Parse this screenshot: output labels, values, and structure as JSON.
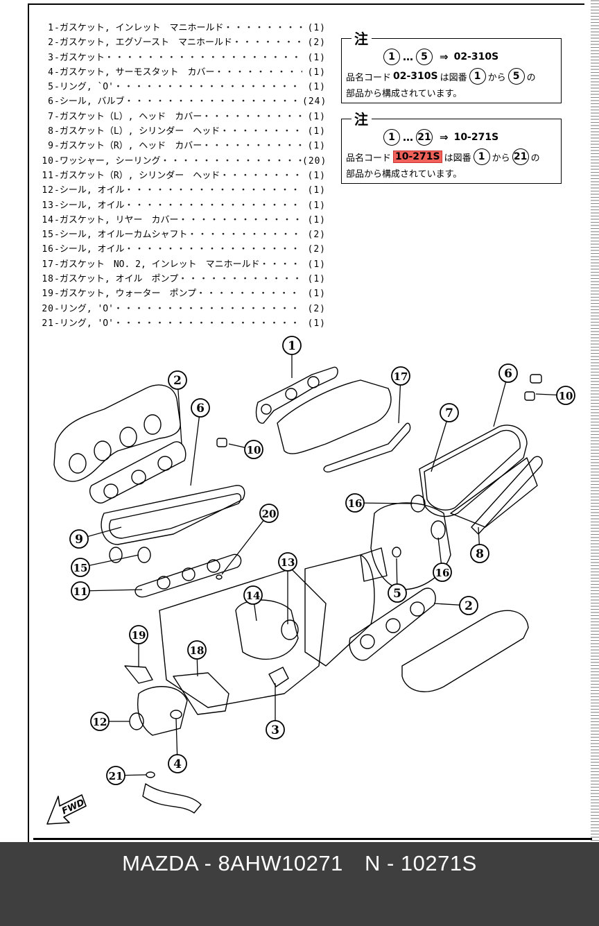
{
  "parts_list": [
    {
      "no": "1",
      "name": "-ガスケット, インレット　マニホールド",
      "qty": "(1)"
    },
    {
      "no": "2",
      "name": "-ガスケット, エグゾースト　マニホールド",
      "qty": "(2)"
    },
    {
      "no": "3",
      "name": "-ガスケット",
      "qty": "(1)"
    },
    {
      "no": "4",
      "name": "-ガスケット, サーモスタット　カバー",
      "qty": "(1)"
    },
    {
      "no": "5",
      "name": "-リング, `O'",
      "qty": "(1)"
    },
    {
      "no": "6",
      "name": "-シール, バルブ",
      "qty": "(24)"
    },
    {
      "no": "7",
      "name": "-ガスケット（L）, ヘッド　カバー",
      "qty": "(1)"
    },
    {
      "no": "8",
      "name": "-ガスケット（L）, シリンダー　ヘッド",
      "qty": "(1)"
    },
    {
      "no": "9",
      "name": "-ガスケット（R）, ヘッド　カバー",
      "qty": "(1)"
    },
    {
      "no": "10",
      "name": "-ワッシャー, シーリング",
      "qty": "(20)"
    },
    {
      "no": "11",
      "name": "-ガスケット（R）, シリンダー　ヘッド",
      "qty": "(1)"
    },
    {
      "no": "12",
      "name": "-シール, オイル",
      "qty": "(1)"
    },
    {
      "no": "13",
      "name": "-シール, オイル",
      "qty": "(1)"
    },
    {
      "no": "14",
      "name": "-ガスケット, リヤー　カバー",
      "qty": "(1)"
    },
    {
      "no": "15",
      "name": "-シール, オイルーカムシャフト",
      "qty": "(2)"
    },
    {
      "no": "16",
      "name": "-シール, オイル",
      "qty": "(2)"
    },
    {
      "no": "17",
      "name": "-ガスケット　NO. 2, インレット　マニホールド",
      "qty": "(1)"
    },
    {
      "no": "18",
      "name": "-ガスケット, オイル　ポンプ",
      "qty": "(1)"
    },
    {
      "no": "19",
      "name": "-ガスケット, ウォーター　ポンプ",
      "qty": "(1)"
    },
    {
      "no": "20",
      "name": "-リング, 'O'",
      "qty": "(2)"
    },
    {
      "no": "21",
      "name": "-リング, 'O'",
      "qty": "(1)"
    }
  ],
  "dots": "・・・・・・・・・・・・・・・・・・・・・・・・・",
  "notes": [
    {
      "title": "注",
      "from": "1",
      "ellipsis": "…",
      "to": "5",
      "arrow": "⇒",
      "code": "02-310S",
      "prefix": "品名コード",
      "mid": "は図番",
      "kara": "から",
      "no": "の",
      "line3": "部品から構成されています。"
    },
    {
      "title": "注",
      "from": "1",
      "ellipsis": "…",
      "to": "21",
      "arrow": "⇒",
      "code": "10-271S",
      "prefix": "品名コード",
      "mid": "は図番",
      "kara": "から",
      "no": "の",
      "line3": "部品から構成されています。"
    }
  ],
  "highlight_color": "#f0615a",
  "callouts": [
    "1",
    "2",
    "6",
    "10",
    "17",
    "6",
    "10",
    "7",
    "20",
    "9",
    "16",
    "15",
    "13",
    "11",
    "14",
    "5",
    "16",
    "8",
    "2",
    "19",
    "18",
    "12",
    "3",
    "4",
    "21"
  ],
  "fwd_label": "FWD",
  "footer": {
    "brand": "MAZDA",
    "sep": "-",
    "part_number": "8AHW10271",
    "n_label": "N",
    "code": "10271S"
  }
}
